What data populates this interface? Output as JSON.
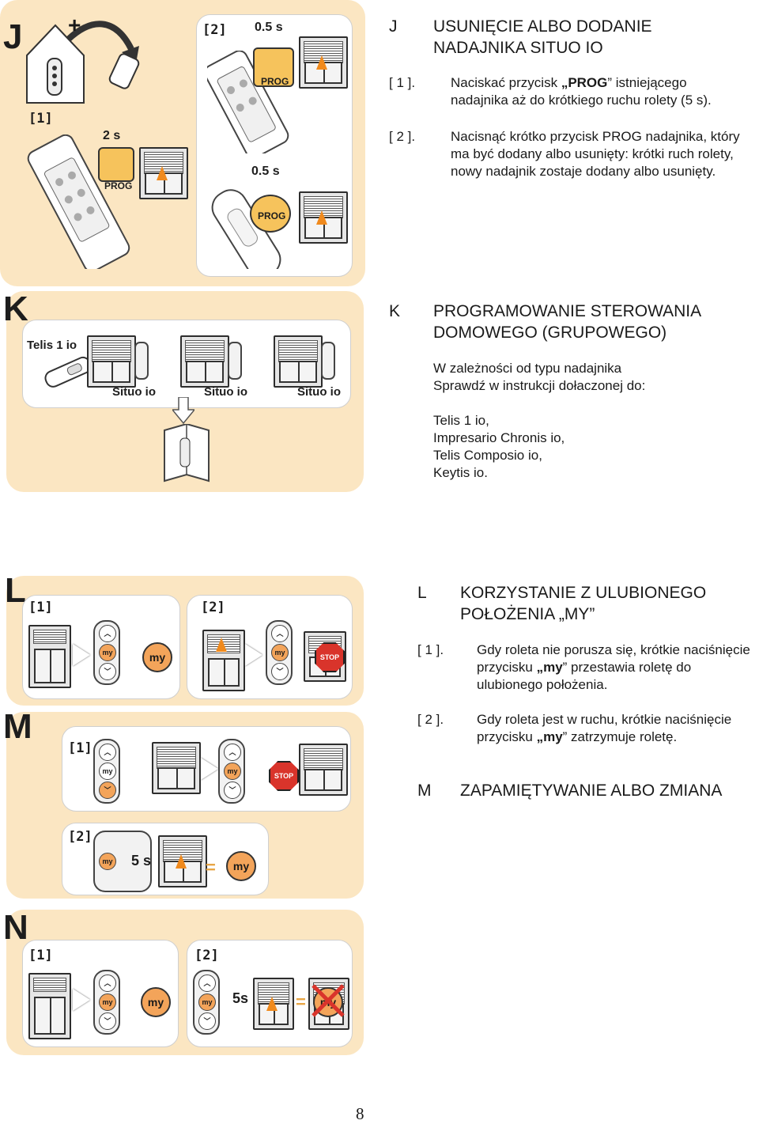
{
  "illustrations": {
    "j": {
      "letter": "J",
      "step1": "[1]",
      "step2": "[2]",
      "time_a": "0.5 s",
      "time_b": "2 s",
      "time_c": "0.5 s",
      "prog": "PROG"
    },
    "k": {
      "letter": "K",
      "remote_label": "Telis 1 io",
      "receiver_label": "Situo io"
    },
    "l": {
      "letter": "L",
      "step1": "[1]",
      "step2": "[2]",
      "my": "my",
      "stop": "STOP"
    },
    "m": {
      "letter": "M",
      "step1": "[1]",
      "step2": "[2]",
      "my": "my",
      "stop": "STOP",
      "time": "5 s",
      "equals": "="
    },
    "n": {
      "letter": "N",
      "step1": "[1]",
      "step2": "[2]",
      "my": "my",
      "time": "5s",
      "equals": "="
    }
  },
  "section_j": {
    "letter": "J",
    "title": "USUNIĘCIE ALBO DODANIE NADAJNIKA SITUO IO",
    "steps": [
      {
        "num": "[ 1 ].",
        "text_before": "Naciskać przycisk ",
        "bold": "„PROG",
        "text_after": "” istniejącego nadajnika aż do krótkiego ruchu rolety (5 s)."
      },
      {
        "num": "[ 2 ].",
        "text": "Nacisnąć krótko przycisk PROG nadajnika, który ma być dodany albo usunięty: krótki ruch rolety, nowy nadajnik zostaje dodany albo usunięty."
      }
    ]
  },
  "section_k": {
    "letter": "K",
    "title": "PROGRAMOWANIE STEROWANIA DOMOWEGO (GRUPOWEGO)",
    "line1": "W zależności od typu nadajnika",
    "line2": "Sprawdź w instrukcji dołaczonej do:",
    "devices": [
      "Telis 1 io,",
      "Impresario Chronis io,",
      "Telis Composio io,",
      "Keytis io."
    ]
  },
  "section_l": {
    "letter": "L",
    "title_line1": "KORZYSTANIE Z ULUBIONEGO",
    "title_line2": "POŁOŻENIA „MY”",
    "steps": [
      {
        "num": "[ 1 ].",
        "text_before": "Gdy roleta nie porusza się, krótkie naciśnięcie przycisku ",
        "bold": "„my",
        "text_after": "” przestawia roletę do ulubionego położenia."
      },
      {
        "num": "[ 2 ].",
        "text_before": "Gdy roleta jest w ruchu, krótkie naciśnięcie przycisku ",
        "bold": "„my",
        "text_after": "” zatrzymuje roletę."
      }
    ]
  },
  "section_m": {
    "letter": "M",
    "title": "ZAPAMIĘTYWANIE ALBO ZMIANA"
  },
  "page_number": "8"
}
